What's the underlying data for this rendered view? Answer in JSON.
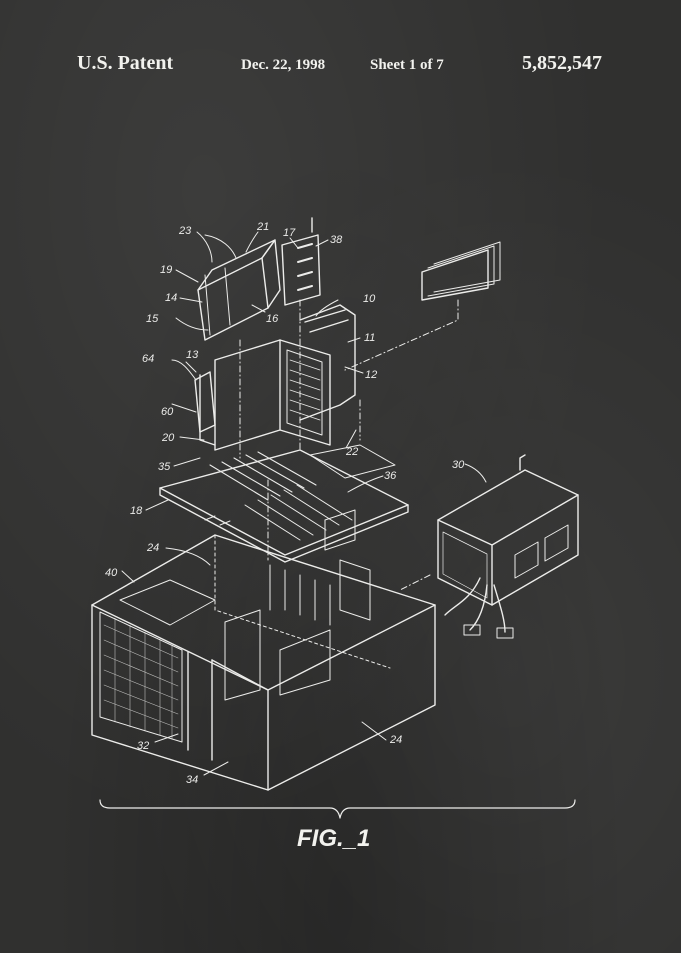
{
  "header": {
    "patent_label": "U.S. Patent",
    "date": "Dec. 22, 1998",
    "sheet": "Sheet 1 of 7",
    "patent_number": "5,852,547"
  },
  "figure": {
    "caption": "FIG._1",
    "callouts": [
      "23",
      "21",
      "17",
      "38",
      "19",
      "14",
      "15",
      "16",
      "10",
      "11",
      "64",
      "13",
      "12",
      "60",
      "20",
      "22",
      "35",
      "36",
      "18",
      "30",
      "24",
      "40",
      "32",
      "34"
    ]
  },
  "colors": {
    "background": "#30302f",
    "ink": "#ececea"
  }
}
